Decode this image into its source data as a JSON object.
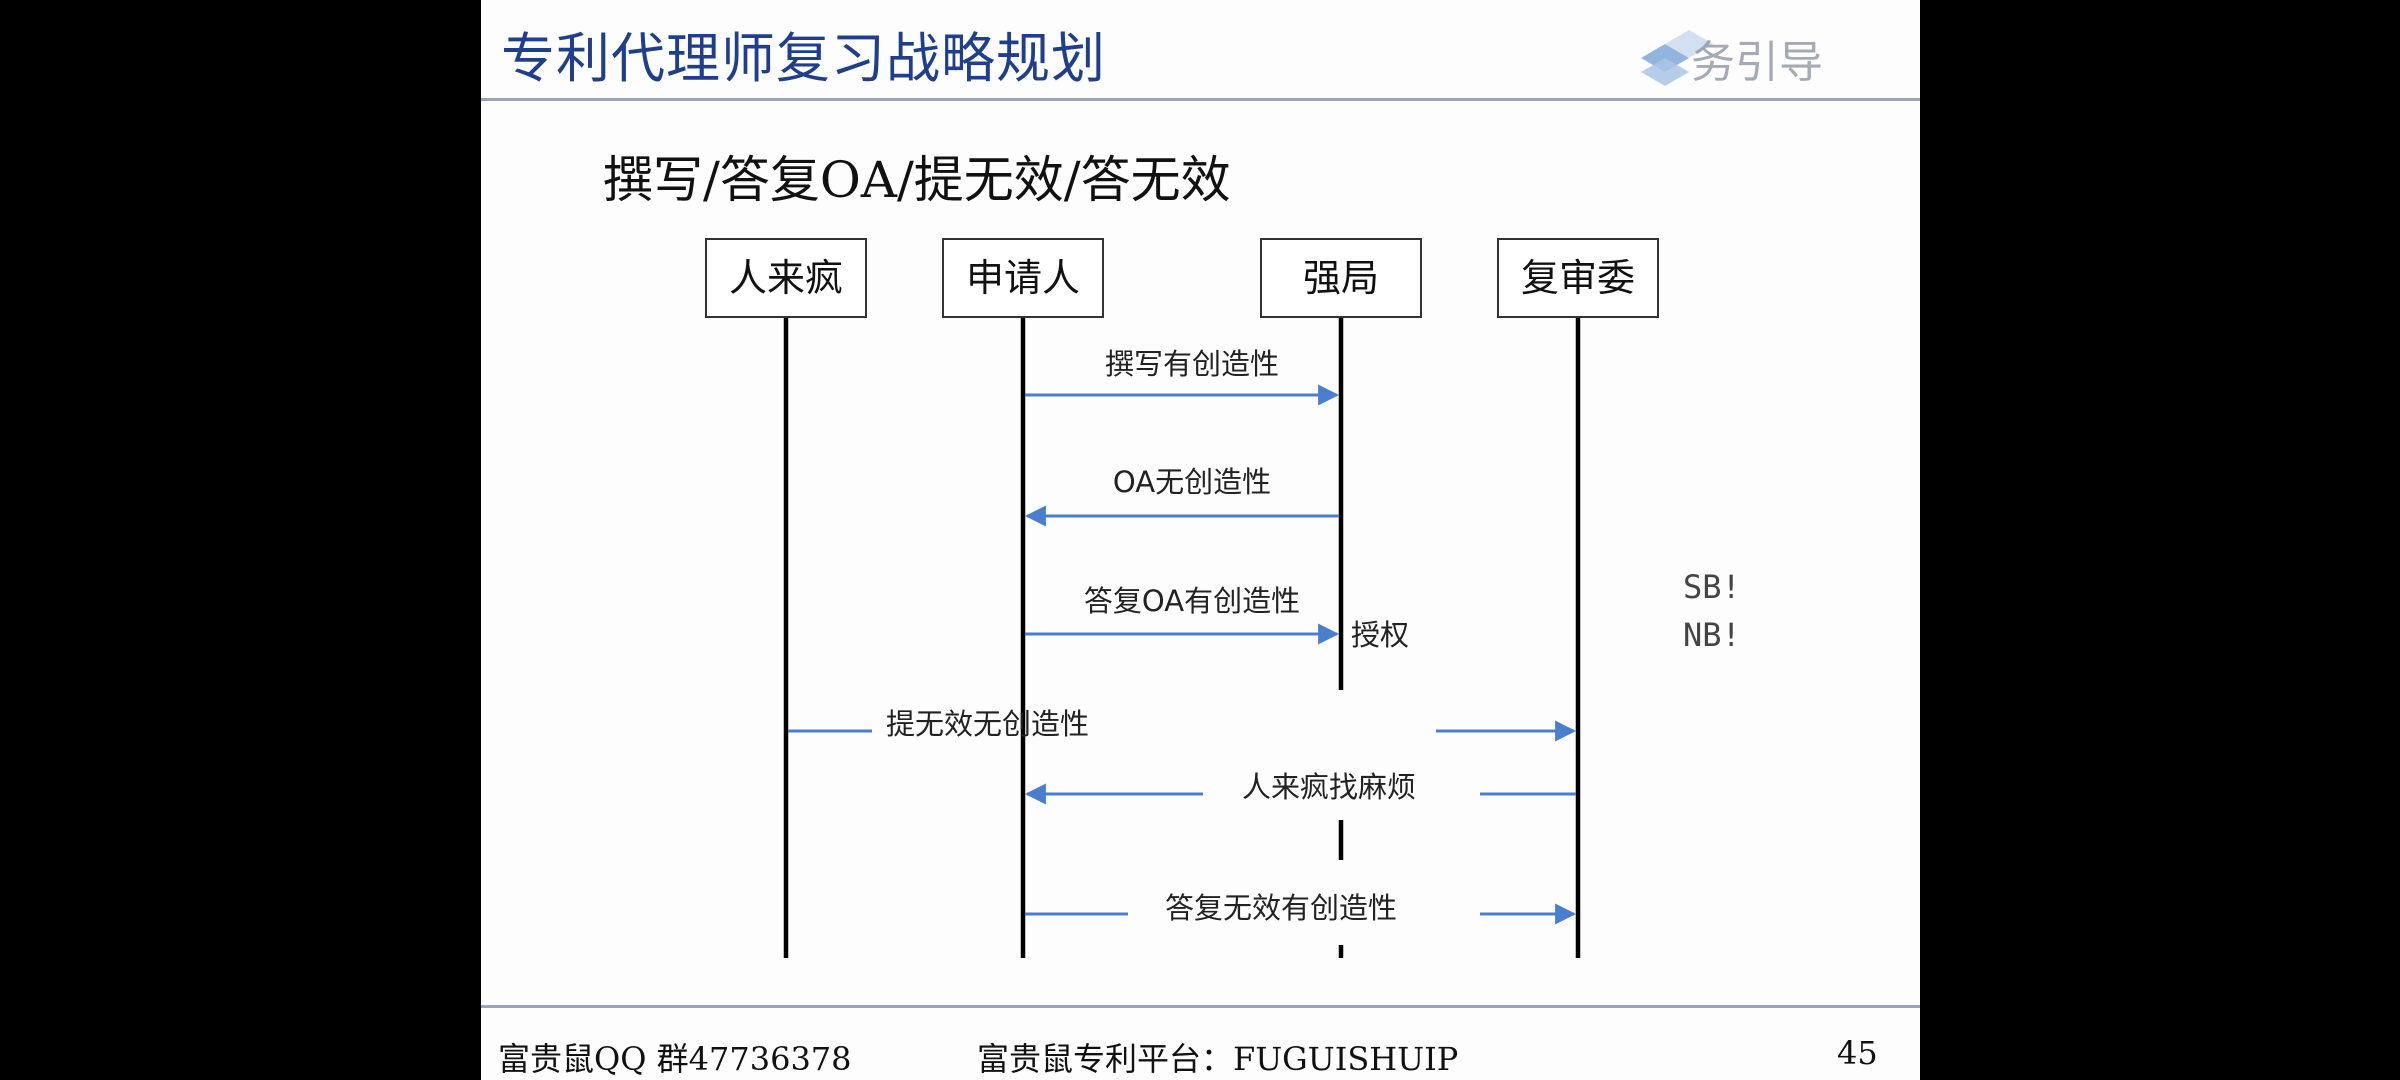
{
  "slide": {
    "title": "专利代理师复习战略规划",
    "logo_text": "务引导",
    "subtitle": "撰写/答复OA/提无效/答无效",
    "footer_left": "富贵鼠QQ 群47736378",
    "footer_center": "富贵鼠专利平台：FUGUISHUIP",
    "page_number": "45"
  },
  "diagram": {
    "actors": [
      "人来疯",
      "申请人",
      "强局",
      "复审委"
    ],
    "messages": [
      {
        "label": "撰写有创造性",
        "from": "申请人",
        "to": "强局"
      },
      {
        "label": "OA无创造性",
        "from": "强局",
        "to": "申请人"
      },
      {
        "label": "答复OA有创造性",
        "from": "申请人",
        "to": "强局"
      },
      {
        "label": "提无效无创造性",
        "from": "人来疯",
        "to": "复审委"
      },
      {
        "label": "人来疯找麻烦",
        "from": "复审委",
        "to": "申请人"
      },
      {
        "label": "答复无效有创造性",
        "from": "申请人",
        "to": "复审委"
      }
    ],
    "grant_label": "授权",
    "side_notes": [
      "SB!",
      "NB!"
    ],
    "arrow_color": "#4a7fd0"
  }
}
